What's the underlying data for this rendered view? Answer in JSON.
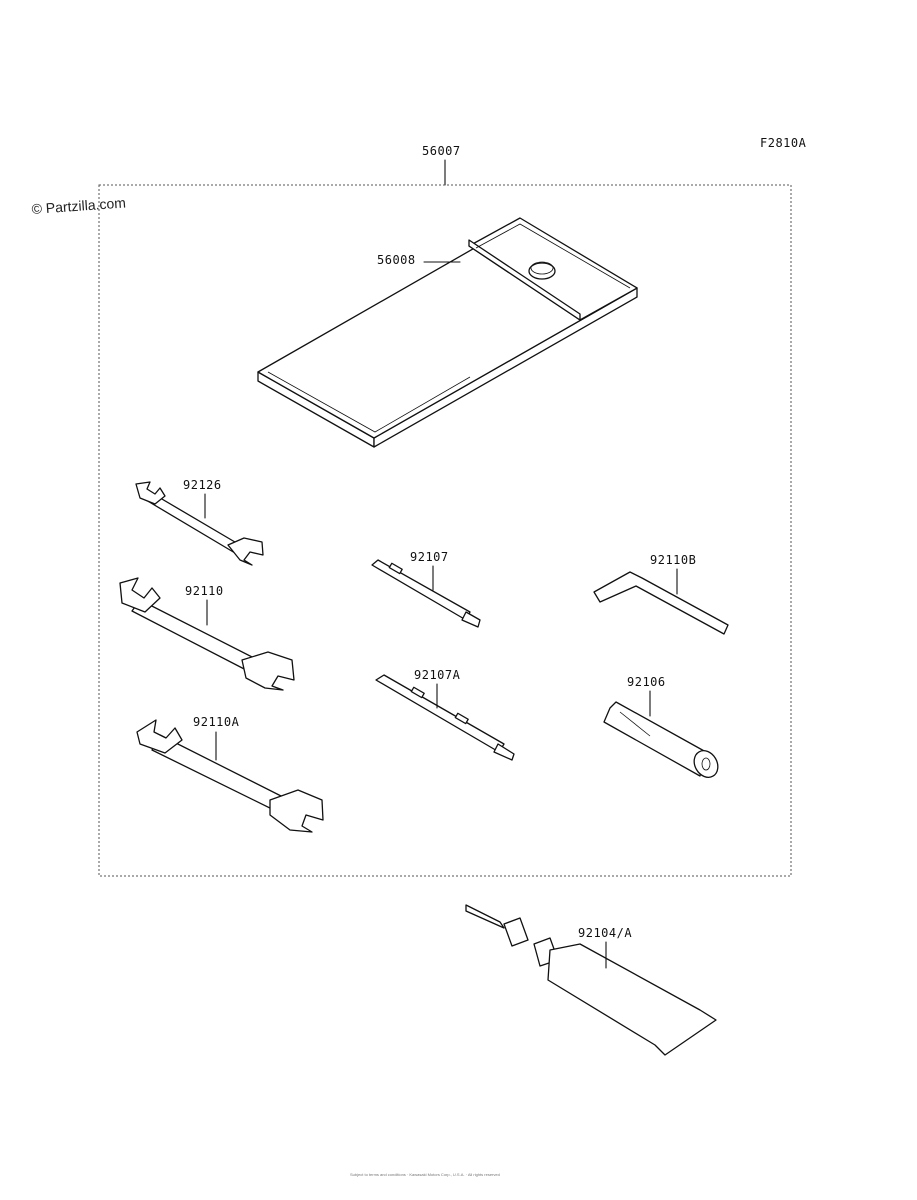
{
  "figure_code": "F2810A",
  "watermark": "© Partzilla.com",
  "footer_text": "Subject to terms and conditions · Kawasaki Motors Corp., U.S.A. · All rights reserved",
  "parts": {
    "kit": "56007",
    "case": "56008",
    "wrench_small": "92126",
    "wrench_medium": "92110",
    "wrench_large": "92110A",
    "screwdriver": "92107",
    "screwdriver_a": "92107A",
    "hex_key": "92110B",
    "plug_wrench": "92106",
    "grease_tube": "92104/A"
  }
}
